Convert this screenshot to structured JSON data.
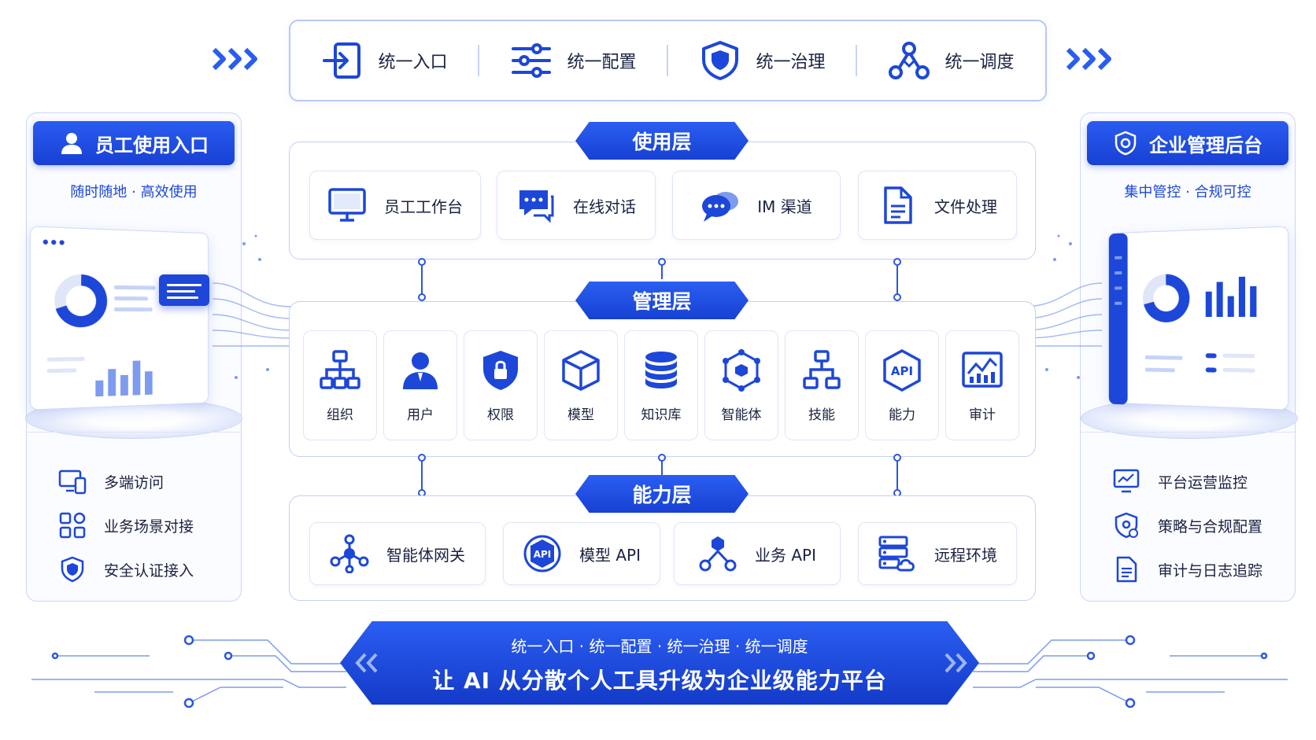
{
  "top_bar": {
    "items": [
      {
        "label": "统一入口",
        "icon": "login-icon"
      },
      {
        "label": "统一配置",
        "icon": "sliders-icon"
      },
      {
        "label": "统一治理",
        "icon": "shield-icon"
      },
      {
        "label": "统一调度",
        "icon": "network-icon"
      }
    ]
  },
  "left_panel": {
    "title": "员工使用入口",
    "subtitle": "随时随地 · 高效使用",
    "items": [
      {
        "label": "多端访问",
        "icon": "devices-icon"
      },
      {
        "label": "业务场景对接",
        "icon": "grid-icon"
      },
      {
        "label": "安全认证接入",
        "icon": "shield-icon"
      }
    ]
  },
  "right_panel": {
    "title": "企业管理后台",
    "subtitle": "集中管控 · 合规可控",
    "items": [
      {
        "label": "平台运营监控",
        "icon": "monitor-icon"
      },
      {
        "label": "策略与合规配置",
        "icon": "gear-shield-icon"
      },
      {
        "label": "审计与日志追踪",
        "icon": "document-icon"
      }
    ]
  },
  "usage_layer": {
    "title": "使用层",
    "items": [
      {
        "label": "员工工作台",
        "icon": "monitor-icon"
      },
      {
        "label": "在线对话",
        "icon": "chat-icon"
      },
      {
        "label": "IM 渠道",
        "icon": "chat-bubble-icon"
      },
      {
        "label": "文件处理",
        "icon": "file-icon"
      }
    ]
  },
  "management_layer": {
    "title": "管理层",
    "items": [
      {
        "label": "组织",
        "icon": "org-chart-icon"
      },
      {
        "label": "用户",
        "icon": "user-icon"
      },
      {
        "label": "权限",
        "icon": "lock-shield-icon"
      },
      {
        "label": "模型",
        "icon": "cube-icon"
      },
      {
        "label": "知识库",
        "icon": "database-icon"
      },
      {
        "label": "智能体",
        "icon": "hexagon-node-icon"
      },
      {
        "label": "技能",
        "icon": "hierarchy-icon"
      },
      {
        "label": "能力",
        "icon": "api-hexagon-icon",
        "icon_text": "API"
      },
      {
        "label": "审计",
        "icon": "chart-icon"
      }
    ]
  },
  "capability_layer": {
    "title": "能力层",
    "items": [
      {
        "label": "智能体网关",
        "icon": "network-hub-icon"
      },
      {
        "label": "模型 API",
        "icon": "api-badge-icon",
        "icon_text": "API"
      },
      {
        "label": "业务 API",
        "icon": "connection-icon"
      },
      {
        "label": "远程环境",
        "icon": "server-cloud-icon"
      }
    ]
  },
  "banner": {
    "line1": "统一入口 · 统一配置 · 统一治理 · 统一调度",
    "line2": "让 AI 从分散个人工具升级为企业级能力平台"
  },
  "colors": {
    "primary": "#1d47d8",
    "accent": "#2b5ef2",
    "border": "#c3d0f4"
  }
}
